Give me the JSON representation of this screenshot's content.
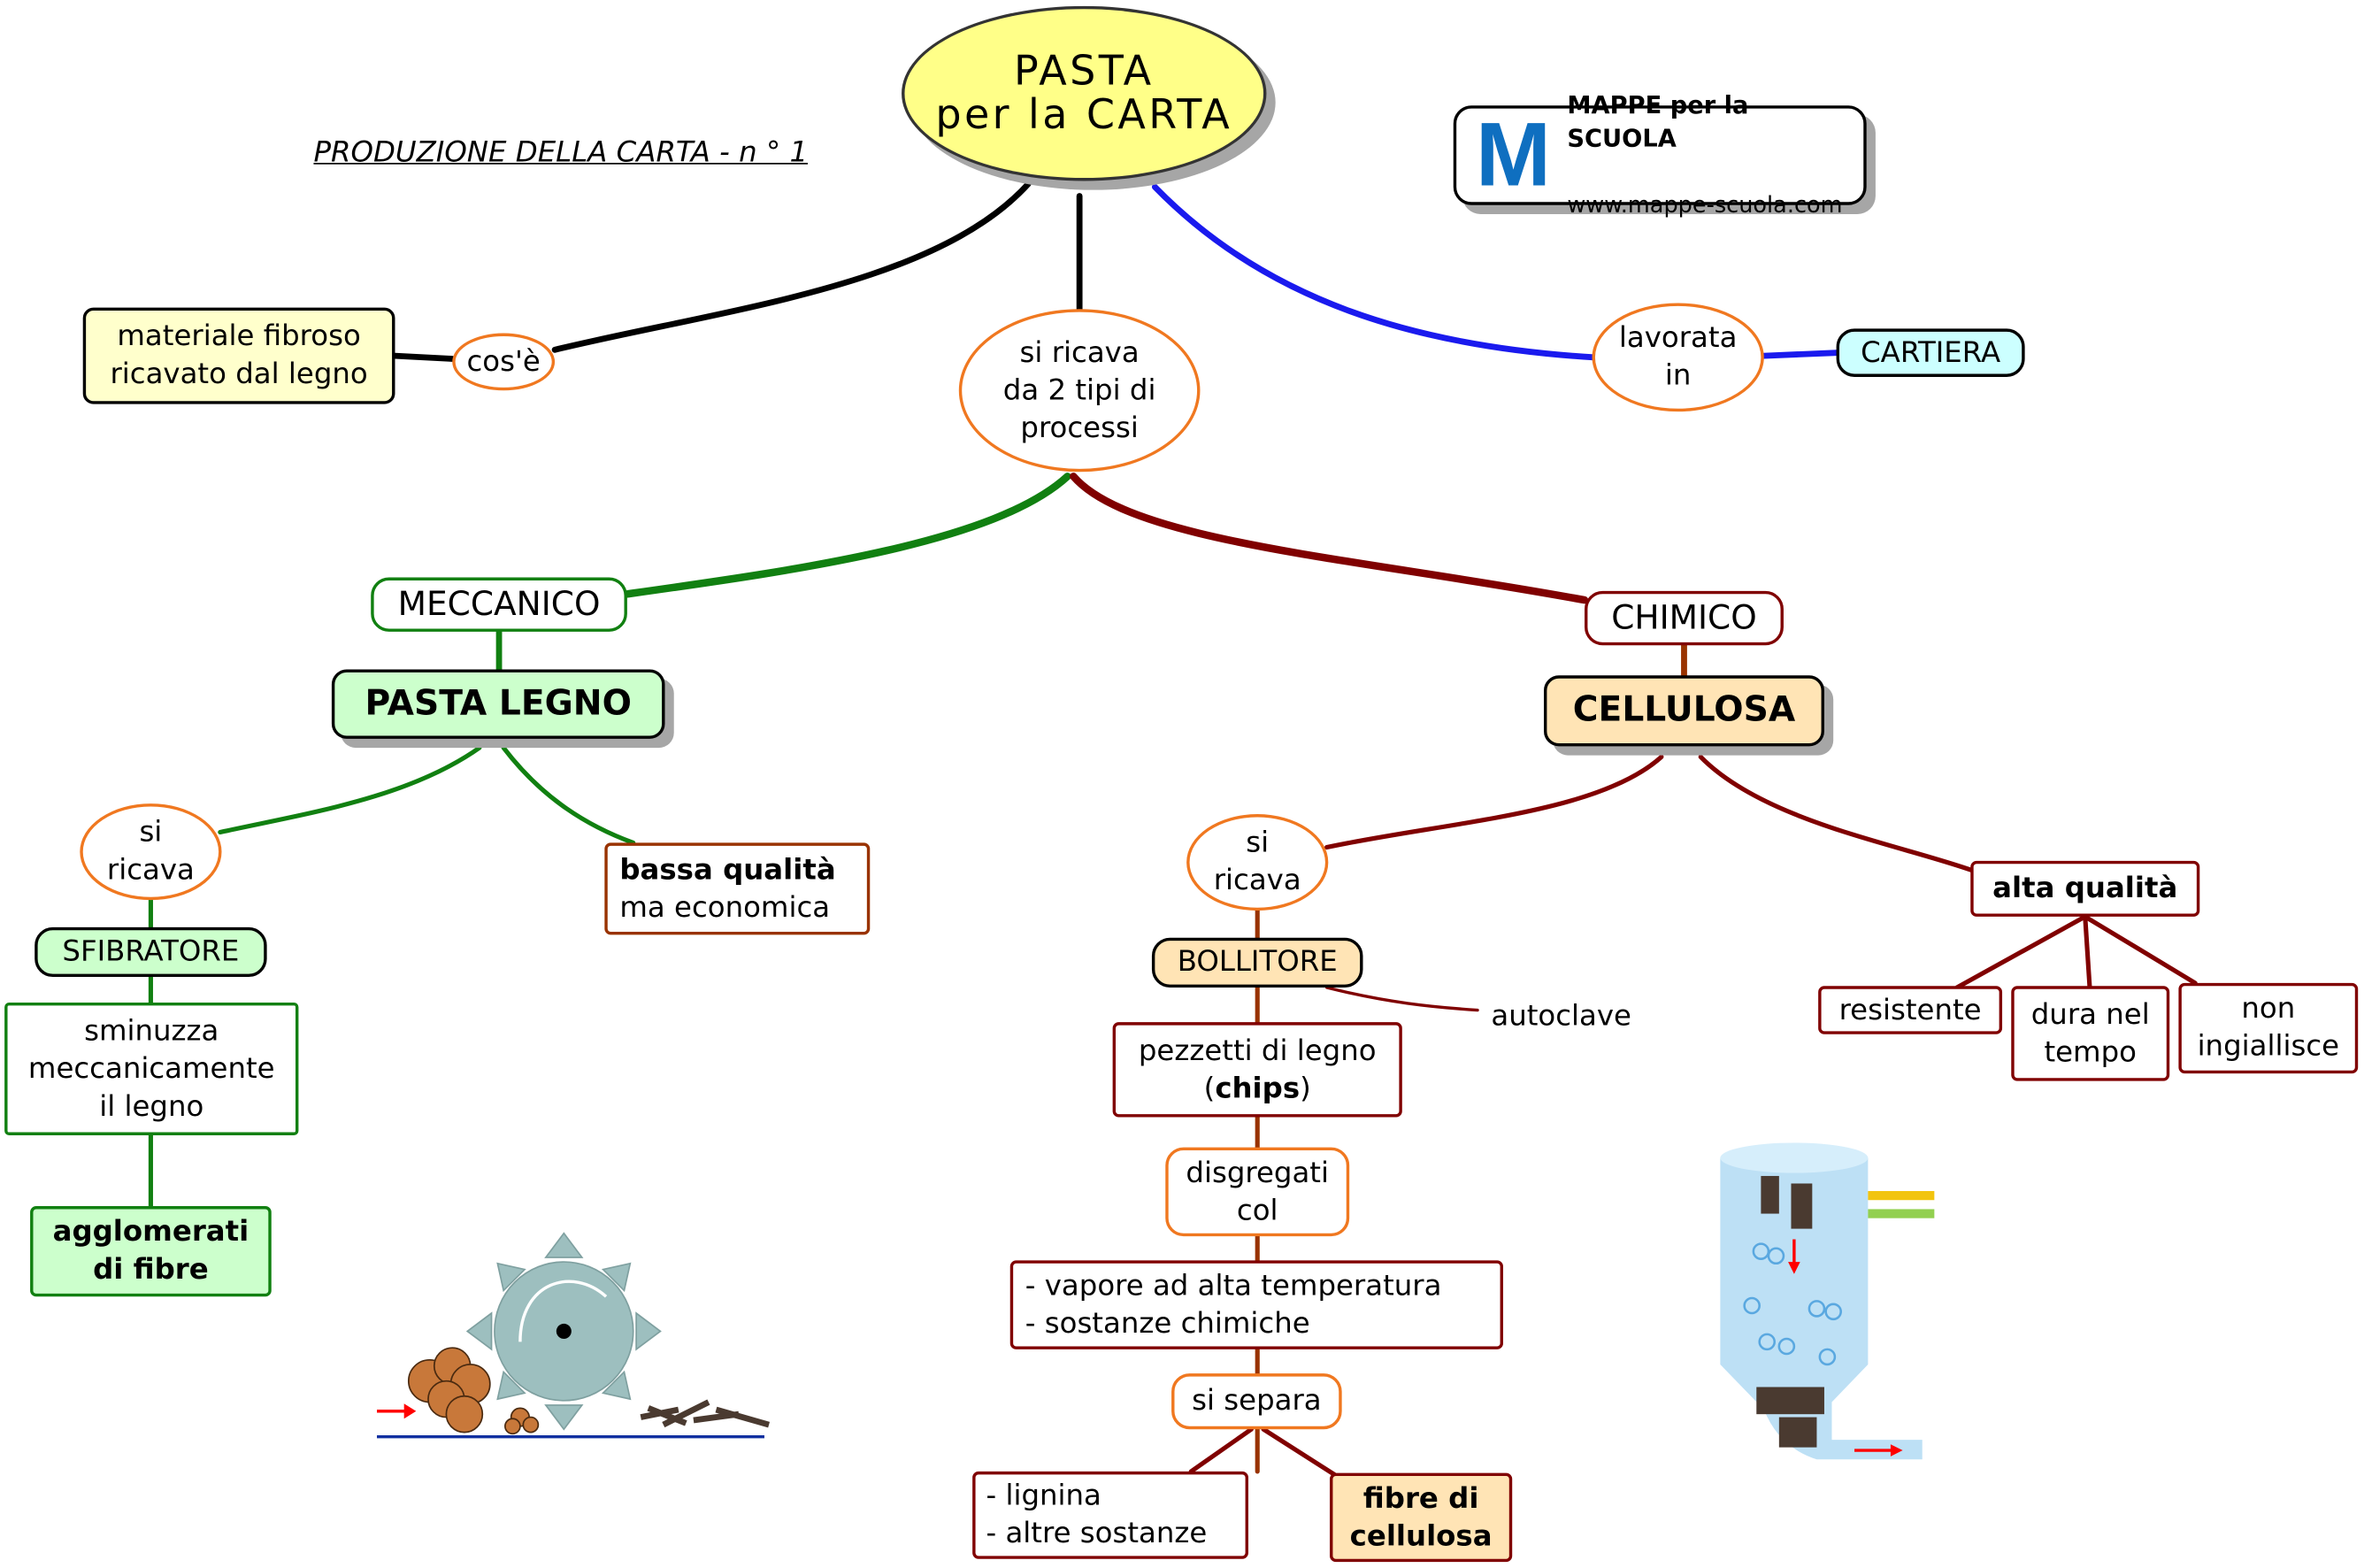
{
  "title": "PASTA\nper la CARTA",
  "subtitle": "PRODUZIONE DELLA CARTA - n ° 1",
  "logo": {
    "name": "MAPPE per la SCUOLA",
    "url": "www.mappe-scuola.com",
    "letter": "M"
  },
  "nodes": {
    "definition": "materiale fibroso\nricavato dal legno",
    "cose": "cos'è",
    "processi": "si ricava\nda 2 tipi di\nprocessi",
    "lavorata": "lavorata\nin",
    "cartiera": "CARTIERA",
    "meccanico": "MECCANICO",
    "pasta_legno": "PASTA LEGNO",
    "si_ricava_1": "si\nricava",
    "sfibratore": "SFIBRATORE",
    "sminuzza": "sminuzza\nmeccanicamente\nil legno",
    "agglomerati": "agglomerati\ndi fibre",
    "bassa_bold": "bassa qualità",
    "bassa_rest": "ma economica",
    "chimico": "CHIMICO",
    "cellulosa": "CELLULOSA",
    "si_ricava_2": "si\nricava",
    "bollitore": "BOLLITORE",
    "autoclave": "autoclave",
    "pezzetti_1": "pezzetti di legno",
    "pezzetti_2a": "(",
    "pezzetti_2b": "chips",
    "pezzetti_2c": ")",
    "disgregati": "disgregati\ncol",
    "vapore": "- vapore ad alta temperatura\n- sostanze chimiche",
    "si_separa": "si separa",
    "lignina": "- lignina\n- altre sostanze",
    "fibre": "fibre di\ncellulosa",
    "alta": "alta qualità",
    "resistente": "resistente",
    "dura": "dura nel\ntempo",
    "non_ingiallisce": "non\ningiallisce"
  },
  "colors": {
    "title_fill": "#ffff88",
    "green": "#118011",
    "darkred": "#800000",
    "blue": "#1a1aee",
    "orange": "#f07820",
    "green_fill": "#ccffcc",
    "tan_fill": "#ffe4b5",
    "yellow_fill": "#ffffcc",
    "cyan_fill": "#ccffff"
  }
}
